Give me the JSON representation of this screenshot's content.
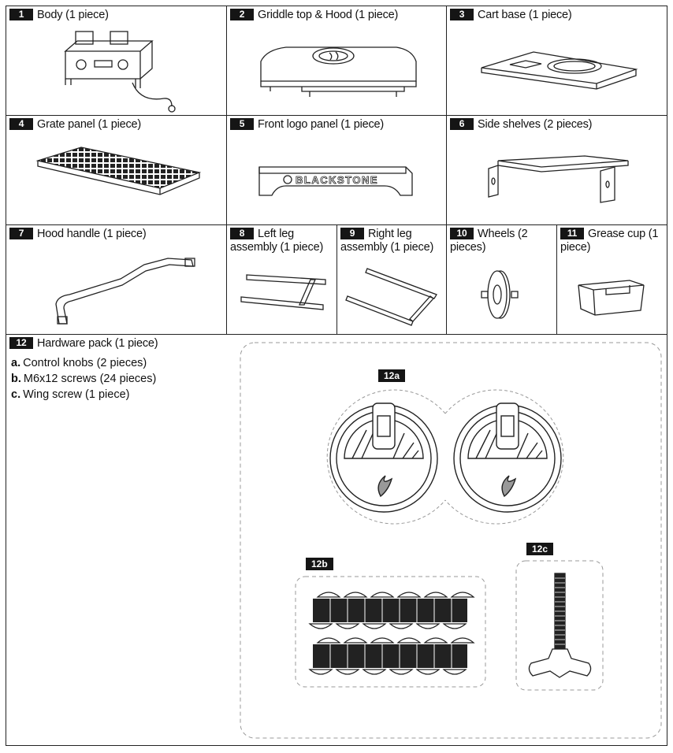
{
  "parts": [
    {
      "num": "1",
      "label": "Body (1 piece)"
    },
    {
      "num": "2",
      "label": "Griddle top & Hood (1 piece)"
    },
    {
      "num": "3",
      "label": "Cart base (1 piece)"
    },
    {
      "num": "4",
      "label": "Grate panel (1 piece)"
    },
    {
      "num": "5",
      "label": "Front logo panel (1 piece)"
    },
    {
      "num": "6",
      "label": "Side shelves (2 pieces)"
    },
    {
      "num": "7",
      "label": "Hood handle (1 piece)"
    },
    {
      "num": "8",
      "label": "Left leg assembly (1 piece)"
    },
    {
      "num": "9",
      "label": "Right leg assembly (1 piece)"
    },
    {
      "num": "10",
      "label": "Wheels (2 pieces)"
    },
    {
      "num": "11",
      "label": "Grease cup (1 piece)"
    }
  ],
  "logo_text": "BLACKSTONE",
  "hardware": {
    "num": "12",
    "label": "Hardware pack (1 piece)",
    "items": [
      {
        "letter": "a.",
        "text": "Control knobs (2 pieces)"
      },
      {
        "letter": "b.",
        "text": "M6x12 screws (24 pieces)"
      },
      {
        "letter": "c.",
        "text": "Wing screw (1 piece)"
      }
    ],
    "tags": {
      "a": "12a",
      "b": "12b",
      "c": "12c"
    }
  }
}
